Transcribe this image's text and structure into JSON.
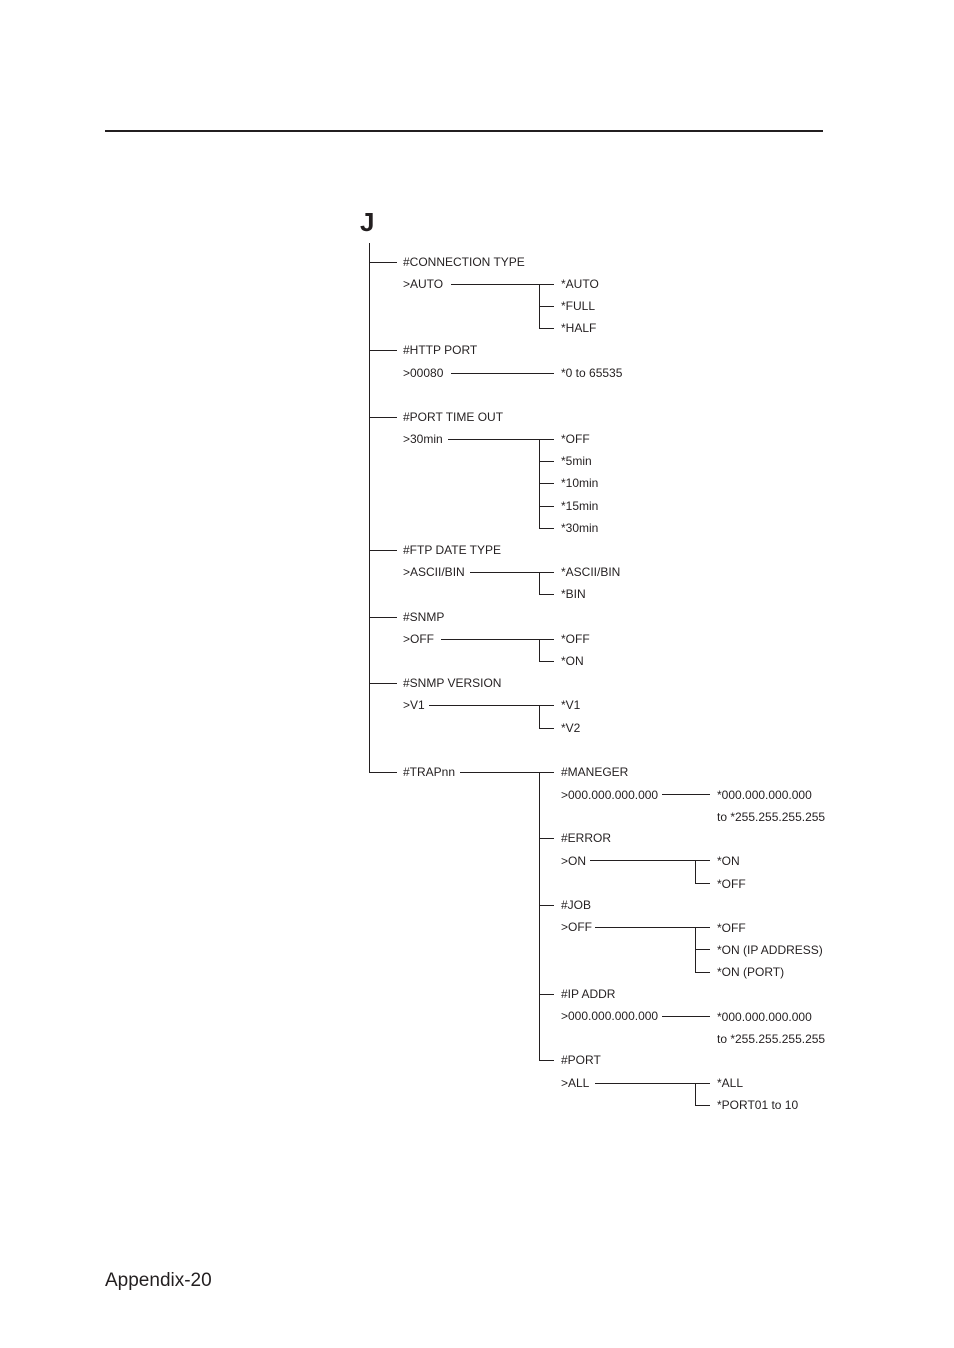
{
  "section_letter": "J",
  "footer": {
    "page_label": "Appendix-20"
  },
  "menu": [
    {
      "name": "#CONNECTION TYPE",
      "value": ">AUTO",
      "options": [
        "*AUTO",
        "*FULL",
        "*HALF"
      ]
    },
    {
      "name": "#HTTP PORT",
      "value": ">00080",
      "options": [
        "*0 to 65535"
      ]
    },
    {
      "name": "#PORT TIME OUT",
      "value": ">30min",
      "options": [
        "*OFF",
        "*5min",
        "*10min",
        "*15min",
        "*30min"
      ]
    },
    {
      "name": "#FTP DATE TYPE",
      "value": ">ASCII/BIN",
      "options": [
        "*ASCII/BIN",
        "*BIN"
      ]
    },
    {
      "name": "#SNMP",
      "value": ">OFF",
      "options": [
        "*OFF",
        "*ON"
      ]
    },
    {
      "name": "#SNMP VERSION",
      "value": ">V1",
      "options": [
        "*V1",
        "*V2"
      ]
    },
    {
      "name": "#TRAPnn"
    }
  ],
  "trap_submenu": [
    {
      "name": "#MANEGER",
      "value": ">000.000.000.000",
      "options": [
        "*000.000.000.000",
        "to *255.255.255.255"
      ]
    },
    {
      "name": "#ERROR",
      "value": ">ON",
      "options": [
        "*ON",
        "*OFF"
      ]
    },
    {
      "name": "#JOB",
      "value": ">OFF",
      "options": [
        "*OFF",
        "*ON (IP ADDRESS)",
        "*ON (PORT)"
      ]
    },
    {
      "name": "#IP ADDR",
      "value": ">000.000.000.000",
      "options": [
        "*000.000.000.000",
        "to *255.255.255.255"
      ]
    },
    {
      "name": "#PORT",
      "value": ">ALL",
      "options": [
        "*ALL",
        "*PORT01 to 10"
      ]
    }
  ]
}
